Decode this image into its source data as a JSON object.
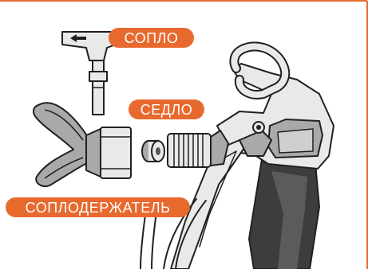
{
  "labels": {
    "nozzle": "СОПЛО",
    "seat": "СЕДЛО",
    "holder": "СОПЛОДЕРЖАТЕЛЬ"
  },
  "colors": {
    "accent": "#E8692E",
    "frame": "#E8692E",
    "line": "#231f20",
    "grey_light": "#e9e9e9",
    "grey_mid": "#a9a9a9",
    "grey_dark": "#555555",
    "grip": "#3d3d3d"
  },
  "icons": {
    "nozzle_arrow": "arrow-left-icon"
  }
}
